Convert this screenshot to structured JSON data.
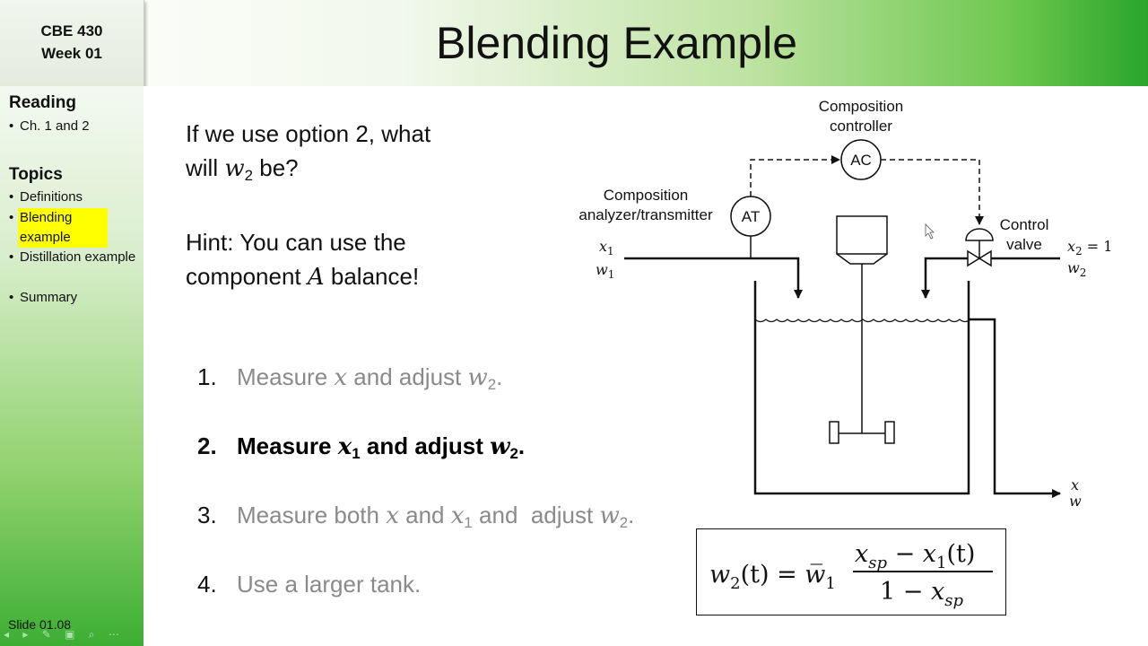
{
  "header": {
    "course": "CBE 430",
    "week": "Week 01",
    "title": "Blending Example"
  },
  "sidebar": {
    "reading_heading": "Reading",
    "reading_items": [
      "Ch. 1 and 2"
    ],
    "topics_heading": "Topics",
    "topics_items": [
      {
        "label": "Definitions",
        "active": false
      },
      {
        "label": "Blending example",
        "active": true
      },
      {
        "label": "Distillation example",
        "active": false
      },
      {
        "label": "Summary",
        "active": false
      }
    ],
    "bullet": "•",
    "slide_number": "Slide 01.08",
    "highlight_color": "#ffff00"
  },
  "question": {
    "line1": "If we use option 2, what",
    "line2_pre": "will ",
    "line2_var": "w",
    "line2_sub": "2",
    "line2_post": " be?"
  },
  "hint": {
    "line1": "Hint: You can use the",
    "line2_pre": "component ",
    "line2_var": "A",
    "line2_post": " balance!"
  },
  "options": [
    {
      "num": "1.",
      "t1": "Measure ",
      "v1": "x",
      "s1": "",
      "t2": " and adjust ",
      "v2": "w",
      "s2": "2",
      "t3": ".",
      "emphasis": false
    },
    {
      "num": "2.",
      "t1": "Measure ",
      "v1": "x",
      "s1": "1",
      "t2": " and adjust ",
      "v2": "w",
      "s2": "2",
      "t3": ".",
      "emphasis": true
    },
    {
      "num": "3.",
      "t1": "Measure both ",
      "v1": "x",
      "s1": "",
      "t2": " and ",
      "v2": "x",
      "s2": "1",
      "t3": " and  adjust ",
      "v3": "w",
      "s3": "2",
      "t4": ".",
      "emphasis": false
    },
    {
      "num": "4.",
      "t1": "Use a larger tank.",
      "emphasis": false
    }
  ],
  "formula": {
    "lhs": "w",
    "lhs_sub": "2",
    "lhs_arg": "(t) = ",
    "wbar": "w̅",
    "wbar_sub": "1",
    "num_x": "x",
    "num_x_sub": "sp",
    "num_minus": " − ",
    "num_x1": "x",
    "num_x1_sub": "1",
    "num_x1_arg": "(t)",
    "den_one": "1 − ",
    "den_x": "x",
    "den_x_sub": "sp"
  },
  "diagram": {
    "controller_label_1": "Composition",
    "controller_label_2": "controller",
    "controller_tag": "AC",
    "analyzer_label_1": "Composition",
    "analyzer_label_2": "analyzer/transmitter",
    "analyzer_tag": "AT",
    "valve_label_1": "Control",
    "valve_label_2": "valve",
    "inlet1_x": "x",
    "inlet1_x_sub": "1",
    "inlet1_w": "w",
    "inlet1_w_sub": "1",
    "inlet2_x": "x",
    "inlet2_x_sub": "2",
    "inlet2_x_val": " = 1",
    "inlet2_w": "w",
    "inlet2_w_sub": "2",
    "outlet_x": "x",
    "outlet_w": "w"
  }
}
